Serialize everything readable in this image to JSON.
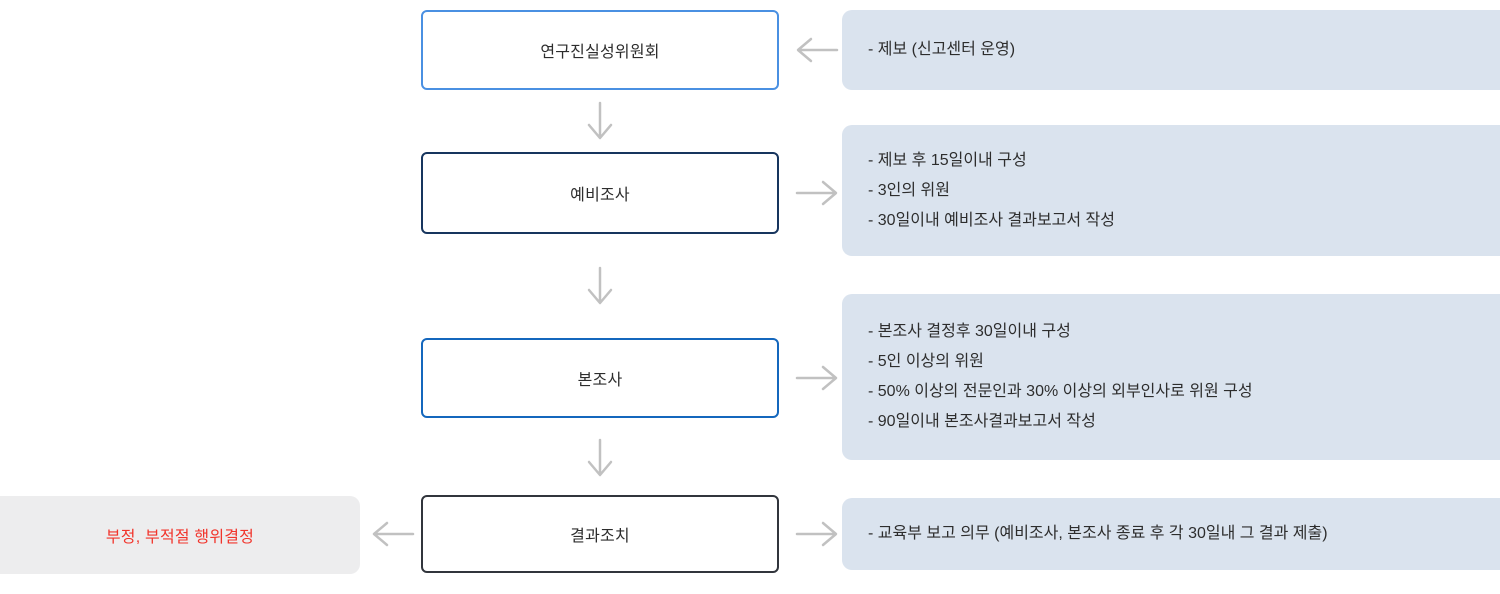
{
  "colors": {
    "box_bg": "#ffffff",
    "note_bg": "#dae3ee",
    "result_bg": "#ededee",
    "step1_border": "#4a90e2",
    "step2_border": "#17355e",
    "step3_border": "#1467bd",
    "step4_border": "#31353c",
    "arrow": "#c1c1c1",
    "text": "#2d2d2d",
    "result_text": "#f1352c"
  },
  "flow": {
    "steps": [
      {
        "label": "연구진실성위원회",
        "note_arrow_direction": "left",
        "notes": [
          "- 제보 (신고센터 운영)"
        ]
      },
      {
        "label": "예비조사",
        "note_arrow_direction": "right",
        "notes": [
          "- 제보 후 15일이내 구성",
          "- 3인의 위원",
          "- 30일이내 예비조사 결과보고서 작성"
        ]
      },
      {
        "label": "본조사",
        "note_arrow_direction": "right",
        "notes": [
          "- 본조사 결정후 30일이내 구성",
          "- 5인 이상의 위원",
          "- 50% 이상의 전문인과 30% 이상의 외부인사로 위원 구성",
          "- 90일이내 본조사결과보고서 작성"
        ]
      },
      {
        "label": "결과조치",
        "note_arrow_direction": "right",
        "notes": [
          "- 교육부 보고 의무 (예비조사, 본조사 종료 후 각 30일내 그 결과 제출)"
        ]
      }
    ],
    "result_box": {
      "label": "부정, 부적절 행위결정"
    }
  }
}
